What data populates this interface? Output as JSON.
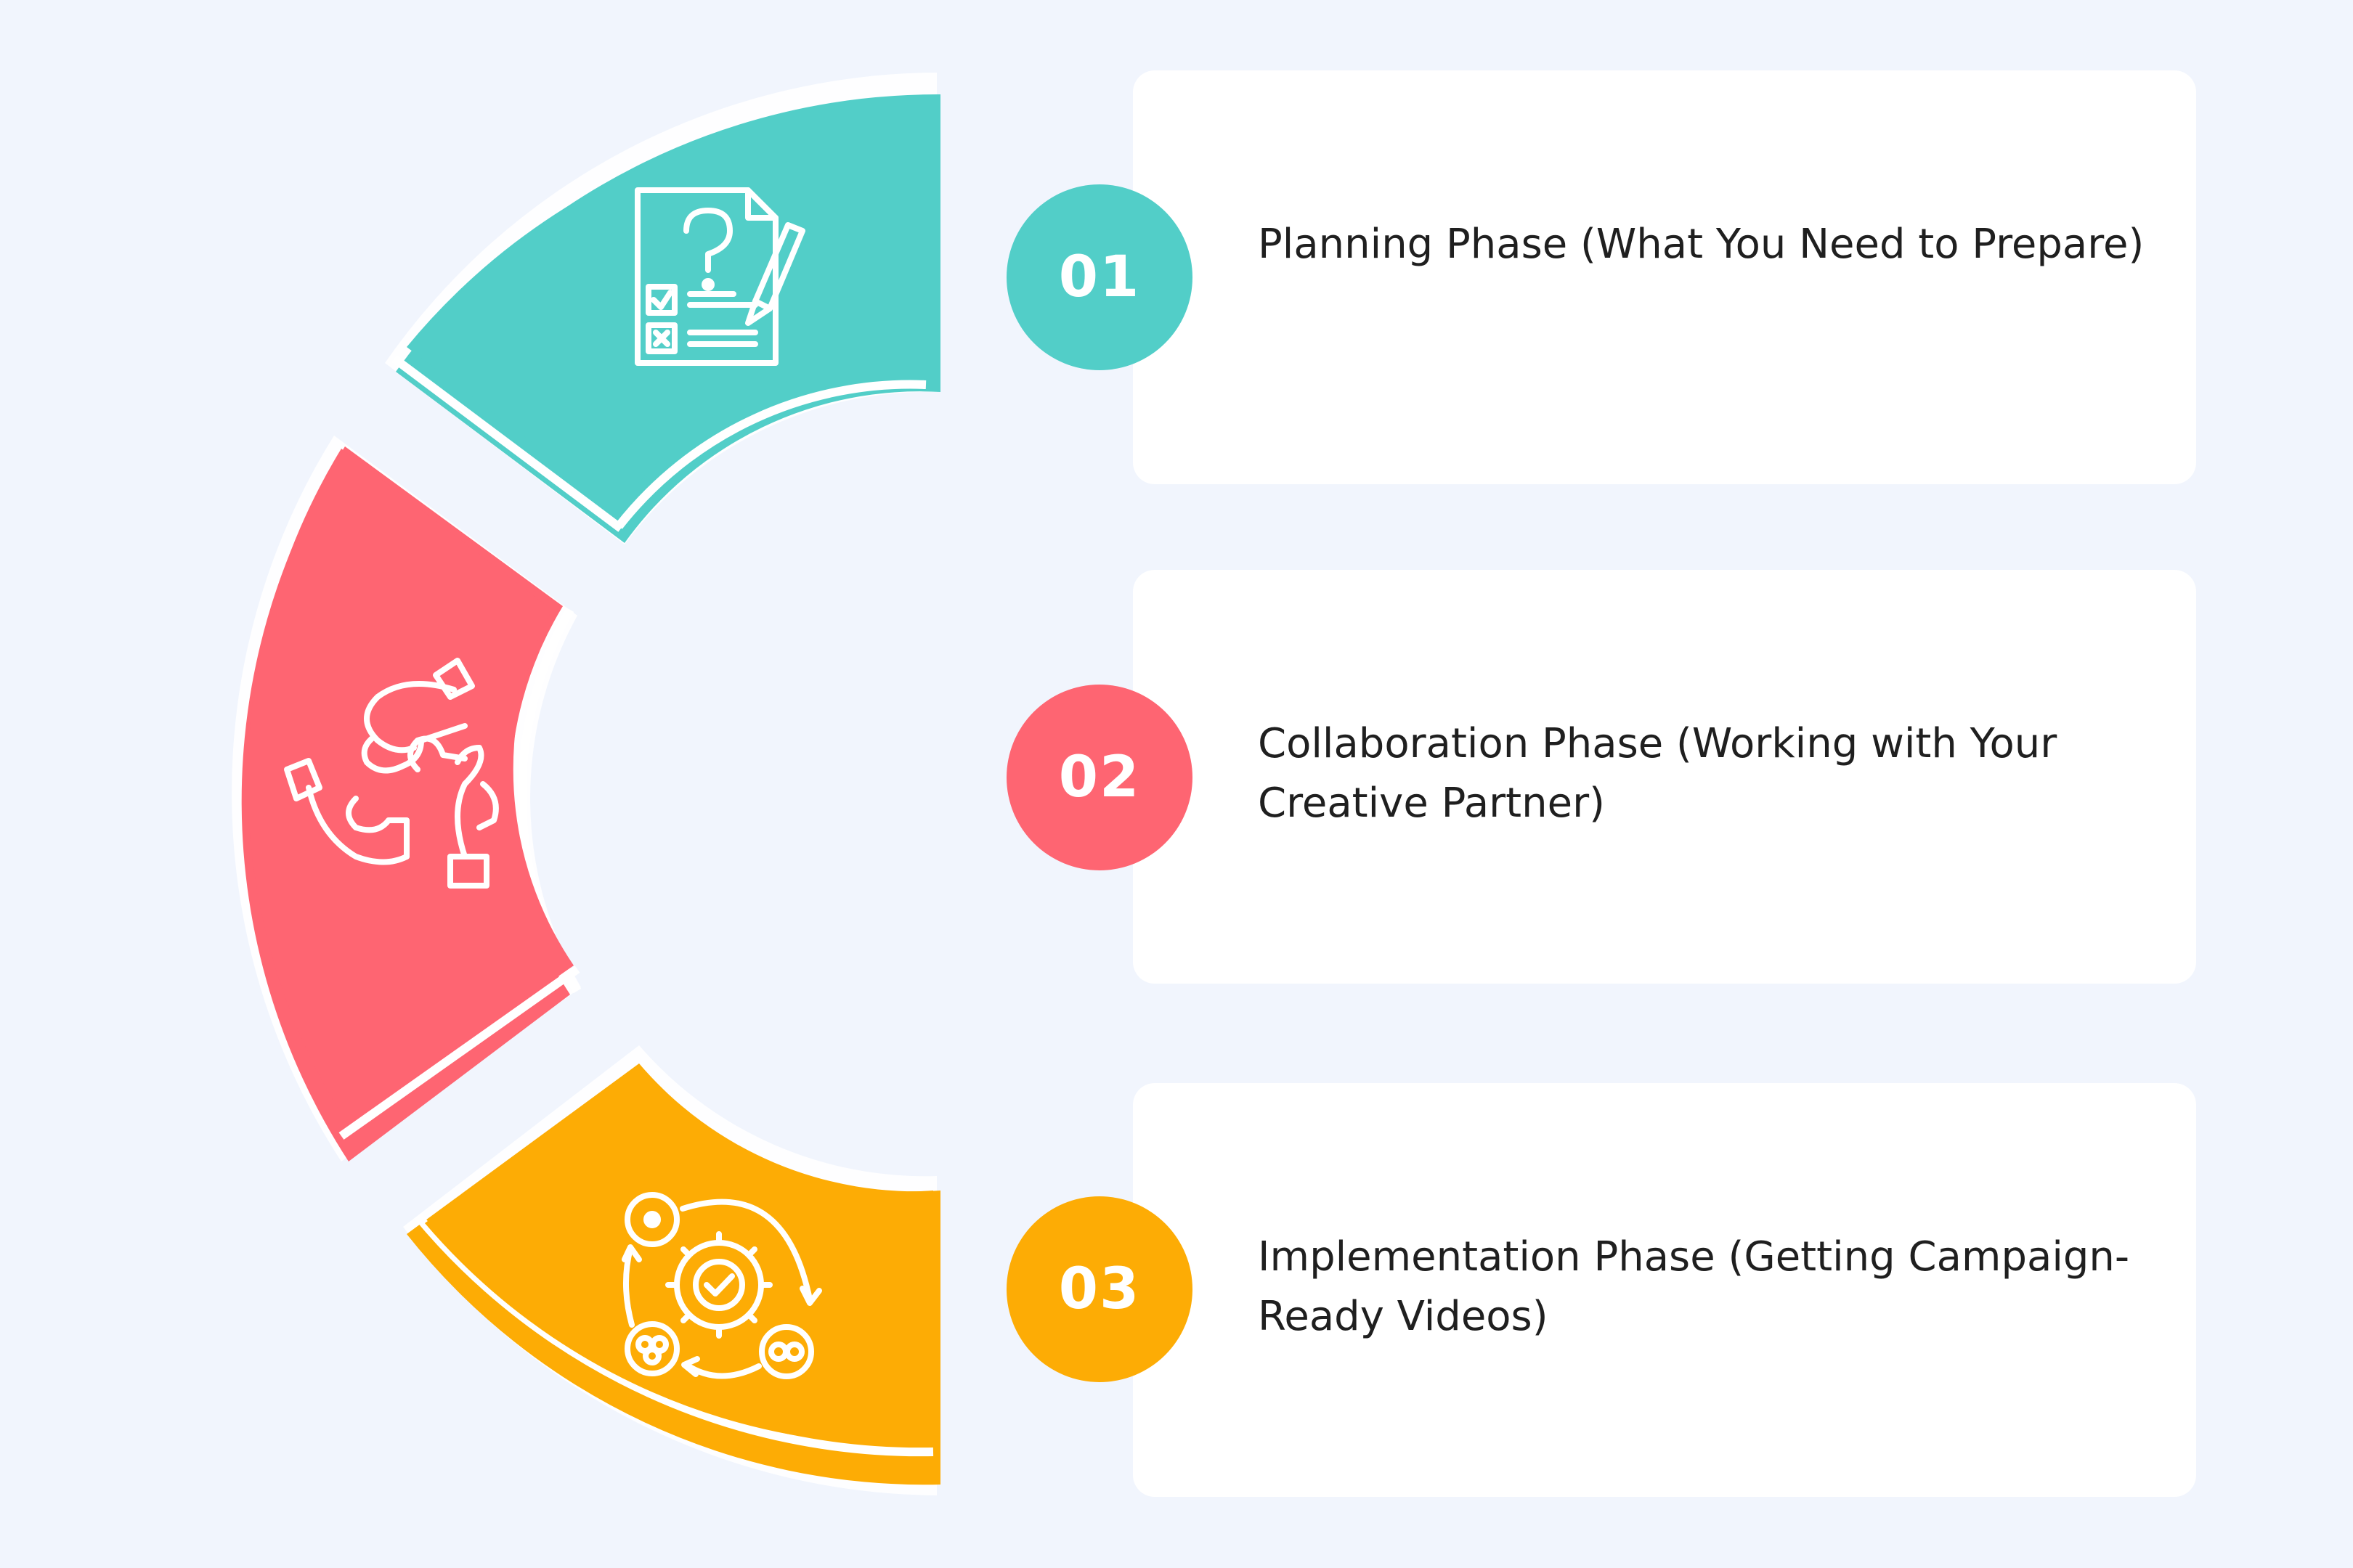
{
  "phases": [
    {
      "number": "01",
      "title": "Planning Phase (What You Need to Prepare)",
      "color": "#52cec8",
      "icon": "checklist-document-icon"
    },
    {
      "number": "02",
      "title": "Collaboration Phase (Working with Your Creative Partner)",
      "color": "#fe6572",
      "icon": "puzzle-hands-icon"
    },
    {
      "number": "03",
      "title": "Implementation Phase (Getting Campaign-Ready Videos)",
      "color": "#fdac05",
      "icon": "gear-process-cycle-icon"
    }
  ]
}
